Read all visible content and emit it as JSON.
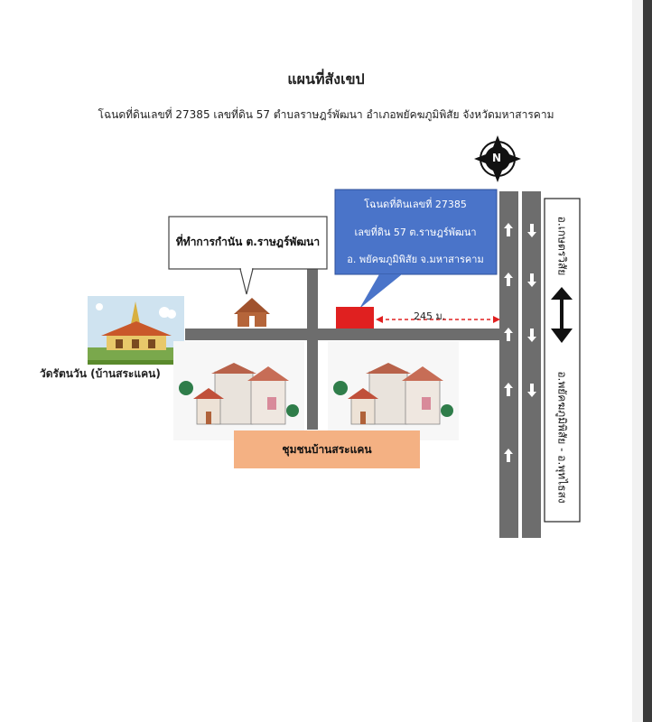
{
  "title": "แผนที่สังเขป",
  "subtitle": "โฉนดที่ดินเลขที่ 27385 เลขที่ดิน 57 ตำบลราษฎร์พัฒนา อำเภอพยัคฆภูมิพิสัย จังหวัดมหาสารคาม",
  "compass": {
    "letter": "N"
  },
  "callout": {
    "line1": "โฉนดที่ดินเลขที่ 27385",
    "line2": "เลขที่ดิน 57 ต.ราษฎร์พัฒนา",
    "line3": "อ. พยัคฆภูมิพิสัย จ.มหาสารคาม"
  },
  "office_label": "ที่ทำการกำนัน ต.ราษฎร์พัฒนา",
  "temple_label": "วัดรัตนวัน (บ้านสระแคน)",
  "community_label": "ชุมชนบ้านสระแคน",
  "distance_label": "245 ม.",
  "direction_label": "อ.เกษตรวิสัย  ◄►  อ.พยัคฆภูมิพิสัย - อ.พุทไธสง",
  "direction_top": "อ.เกษตรวิสัย",
  "direction_bottom": "อ.พยัคฆภูมิพิสัย - อ.พุทไธสง",
  "colors": {
    "road": "#6d6d6d",
    "callout": "#4a74c9",
    "plot": "#e02020",
    "community": "#f4b183",
    "distance": "#e02020"
  }
}
